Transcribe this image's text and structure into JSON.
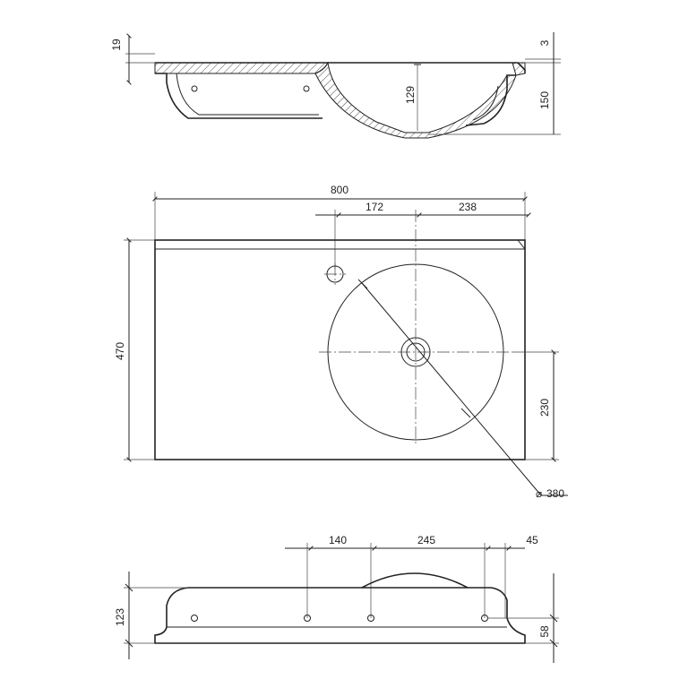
{
  "dimensions": {
    "top_thickness": "19",
    "rim_height": "3",
    "bowl_depth": "129",
    "total_height": "150",
    "width": "800",
    "tap_offset": "172",
    "bowl_offset_right": "238",
    "depth": "470",
    "bowl_offset_front": "230",
    "bowl_diameter": "380",
    "diameter_symbol": "⌀",
    "hole_spacing_1": "140",
    "hole_spacing_2": "245",
    "hole_edge_offset": "45",
    "side_height": "123",
    "hole_height": "58"
  }
}
